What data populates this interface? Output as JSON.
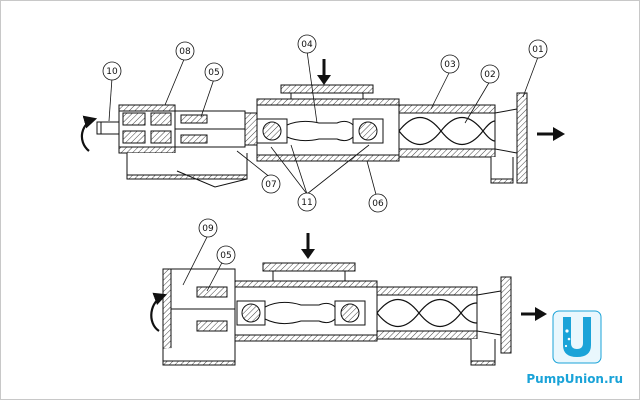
{
  "callouts": {
    "c01": "01",
    "c02": "02",
    "c03": "03",
    "c04": "04",
    "c05_top": "05",
    "c06": "06",
    "c07": "07",
    "c08": "08",
    "c10": "10",
    "c11": "11",
    "c09": "09",
    "c05_bottom": "05"
  },
  "watermark": {
    "text": "PumpUnion.ru",
    "logo_letter": "U"
  },
  "colors": {
    "line": "#111111",
    "hatch": "#444444",
    "brand": "#1aa3d8",
    "brand_light": "#7fd3f2"
  },
  "icons": {
    "rotation": "curved-rotation-arrow-icon",
    "flow": "flow-arrow-icon",
    "logo": "pumpunion-logo-icon"
  }
}
